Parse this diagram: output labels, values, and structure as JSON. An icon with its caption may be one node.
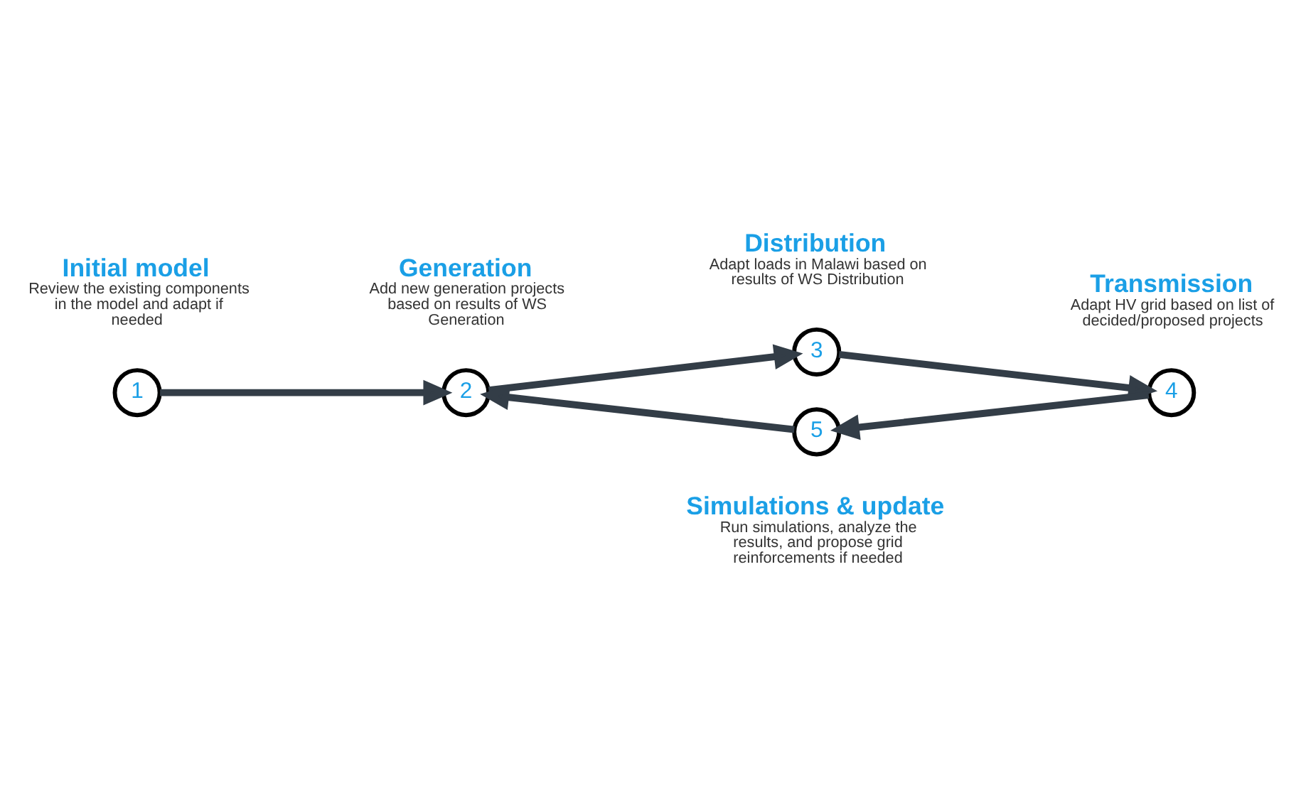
{
  "diagram": {
    "nodes": [
      {
        "text": [
          "1"
        ],
        "beside": [
          "Initial model",
          "Review the existing components in the model and adapt if needed"
        ]
      },
      {
        "text": [
          "2"
        ],
        "beside": [
          "Generation",
          "Add new generation projects based on results of WS Generation"
        ]
      },
      {
        "text": [
          "3"
        ],
        "beside": [
          "Distribution",
          "Adapt loads in Malawi based on results of WS Distribution"
        ]
      },
      {
        "text": [
          "4"
        ],
        "beside": [
          "Transmission",
          "Adapt HV grid based on list of decided/proposed projects"
        ]
      },
      {
        "text": [
          "5"
        ],
        "beside": [
          "Simulations & update",
          "Run simulations, analyze the results, and propose grid reinforcements if needed"
        ]
      }
    ],
    "edges": [
      {
        "from": 0,
        "to": 1,
        "arrow": "to"
      },
      {
        "from": 1,
        "to": 2,
        "arrow": "to"
      },
      {
        "from": 2,
        "to": 3,
        "arrow": "to"
      },
      {
        "from": 3,
        "to": 4,
        "arrow": "to"
      },
      {
        "from": 4,
        "to": 1,
        "arrow": "to"
      }
    ]
  }
}
